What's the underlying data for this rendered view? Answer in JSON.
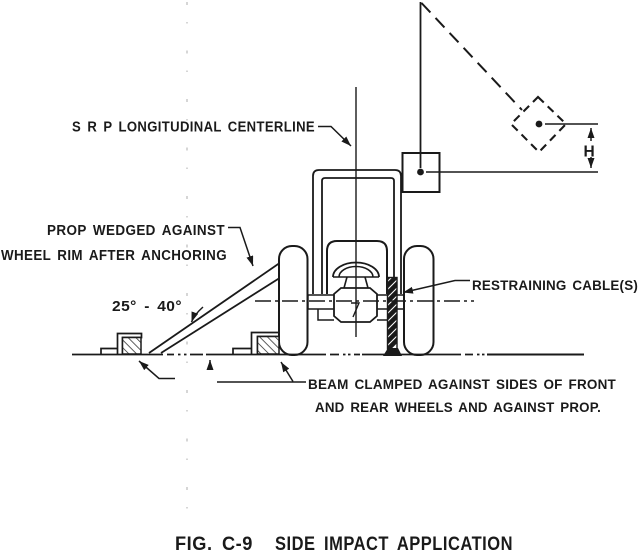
{
  "figure": {
    "number": "FIG. C-9",
    "title": "SIDE IMPACT APPLICATION"
  },
  "labels": {
    "srp_centerline": "S R P LONGITUDINAL CENTERLINE",
    "prop_line1": "PROP WEDGED AGAINST",
    "prop_line2": "WHEEL RIM AFTER ANCHORING",
    "angle_range": "25° - 40°",
    "restraining_cable": "RESTRAINING CABLE(S)",
    "beam_line1": "BEAM CLAMPED AGAINST SIDES OF FRONT",
    "beam_line2": "AND REAR WHEELS AND AGAINST PROP.",
    "height_dimension": "H"
  },
  "colors": {
    "ink": "#1a1a1a",
    "paper": "#ffffff"
  }
}
